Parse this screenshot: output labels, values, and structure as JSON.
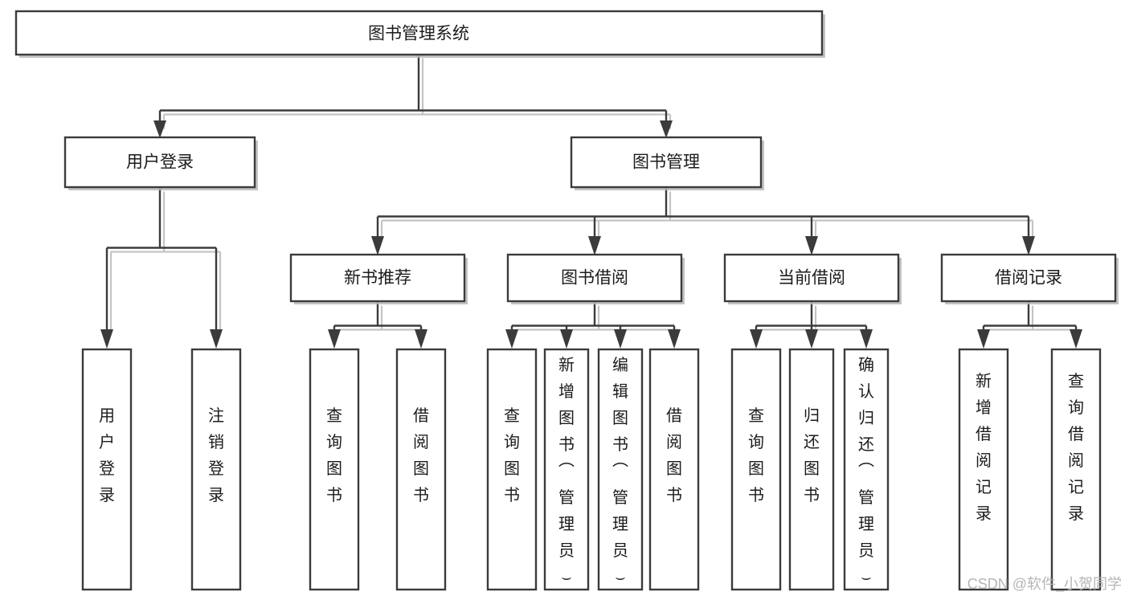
{
  "diagram": {
    "type": "hierarchy-tree",
    "title": "图书管理系统",
    "watermark": "CSDN @软件_小贺同学",
    "colors": {
      "box_stroke": "#3b3b3b",
      "box_fill": "#ffffff",
      "text": "#1b1b1b",
      "shadow": "#b9b9b9",
      "watermark": "#b5b5b5",
      "background": "#ffffff"
    },
    "levels": {
      "level0": [
        {
          "id": "root",
          "label": "图书管理系统",
          "orientation": "horizontal"
        }
      ],
      "level1": [
        {
          "id": "user-login",
          "label": "用户登录",
          "orientation": "horizontal",
          "parent": "root"
        },
        {
          "id": "book-manage",
          "label": "图书管理",
          "orientation": "horizontal",
          "parent": "root"
        }
      ],
      "level2": [
        {
          "id": "new-book-rec",
          "label": "新书推荐",
          "orientation": "horizontal",
          "parent": "book-manage"
        },
        {
          "id": "book-borrow",
          "label": "图书借阅",
          "orientation": "horizontal",
          "parent": "book-manage"
        },
        {
          "id": "current-borrow",
          "label": "当前借阅",
          "orientation": "horizontal",
          "parent": "book-manage"
        },
        {
          "id": "borrow-record",
          "label": "借阅记录",
          "orientation": "horizontal",
          "parent": "book-manage"
        }
      ],
      "level3": [
        {
          "id": "leaf-user-login",
          "label": "用户登录",
          "orientation": "vertical",
          "parent": "user-login"
        },
        {
          "id": "leaf-logout",
          "label": "注销登录",
          "orientation": "vertical",
          "parent": "user-login"
        },
        {
          "id": "leaf-query-book-1",
          "label": "查询图书",
          "orientation": "vertical",
          "parent": "new-book-rec"
        },
        {
          "id": "leaf-borrow-book-1",
          "label": "借阅图书",
          "orientation": "vertical",
          "parent": "new-book-rec"
        },
        {
          "id": "leaf-query-book-2",
          "label": "查询图书",
          "orientation": "vertical",
          "parent": "book-borrow"
        },
        {
          "id": "leaf-add-book",
          "label": "新增图书（管理员）",
          "orientation": "vertical",
          "parent": "book-borrow"
        },
        {
          "id": "leaf-edit-book",
          "label": "编辑图书（管理员）",
          "orientation": "vertical",
          "parent": "book-borrow"
        },
        {
          "id": "leaf-borrow-book-2",
          "label": "借阅图书",
          "orientation": "vertical",
          "parent": "book-borrow"
        },
        {
          "id": "leaf-query-book-3",
          "label": "查询图书",
          "orientation": "vertical",
          "parent": "current-borrow"
        },
        {
          "id": "leaf-return-book",
          "label": "归还图书",
          "orientation": "vertical",
          "parent": "current-borrow"
        },
        {
          "id": "leaf-confirm-return",
          "label": "确认归还（管理员）",
          "orientation": "vertical",
          "parent": "current-borrow"
        },
        {
          "id": "leaf-add-record",
          "label": "新增借阅记录",
          "orientation": "vertical",
          "parent": "borrow-record"
        },
        {
          "id": "leaf-query-record",
          "label": "查询借阅记录",
          "orientation": "vertical",
          "parent": "borrow-record"
        }
      ]
    }
  }
}
